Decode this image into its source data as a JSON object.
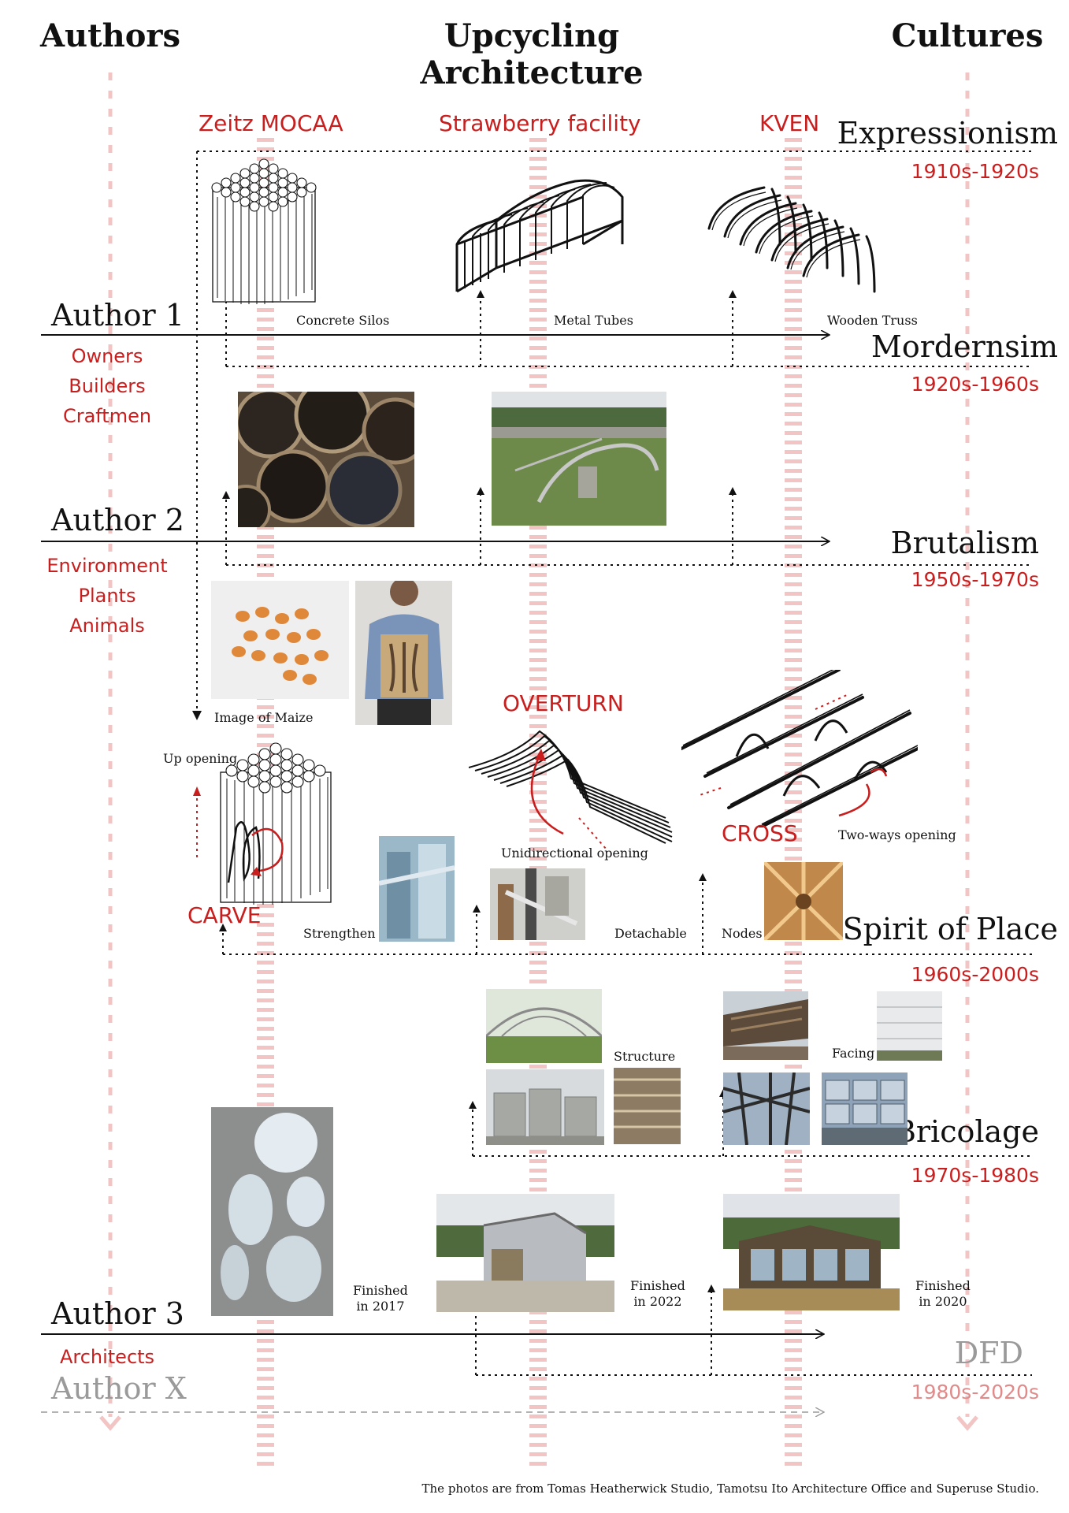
{
  "columns": {
    "authors": "Authors",
    "upcycling": "Upcycling\nArchitecture",
    "cultures": "Cultures"
  },
  "projects": [
    "Zeitz MOCAA",
    "Strawberry facility",
    "KVEN"
  ],
  "styles": [
    {
      "name": "Expressionism",
      "period": "1910s-1920s"
    },
    {
      "name": "Mordernsim",
      "period": "1920s-1960s"
    },
    {
      "name": "Brutalism",
      "period": "1950s-1970s"
    },
    {
      "name": "Spirit of Place",
      "period": "1960s-2000s"
    },
    {
      "name": "Bricolage",
      "period": "1970s-1980s"
    },
    {
      "name": "DFD",
      "period": "1980s-2020s"
    }
  ],
  "authors": [
    {
      "name": "Author 1",
      "roles": [
        "Owners",
        "Builders",
        "Craftmen"
      ]
    },
    {
      "name": "Author 2",
      "roles": [
        "Environment",
        "Plants",
        "Animals"
      ]
    },
    {
      "name": "Author 3",
      "roles": [
        "Architects"
      ]
    },
    {
      "name": "Author X",
      "roles": []
    }
  ],
  "captions": {
    "concrete_silos": "Concrete Silos",
    "metal_tubes": "Metal Tubes",
    "wooden_truss": "Wooden Truss",
    "image_of_maize": "Image of Maize",
    "up_opening": "Up opening",
    "unidirectional_opening": "Unidirectional opening",
    "two_ways_opening": "Two-ways opening",
    "strengthen": "Strengthen",
    "detachable": "Detachable",
    "nodes": "Nodes",
    "structure": "Structure",
    "facing": "Facing",
    "finished_2017": "Finished\nin 2017",
    "finished_2022": "Finished\nin 2022",
    "finished_2020": "Finished\nin 2020"
  },
  "methods": {
    "overturn": "OVERTURN",
    "cross": "CROSS",
    "carve": "CARVE"
  },
  "footnote": "The photos are from Tomas Heatherwick Studio, Tamotsu Ito Architecture Office and Superuse Studio.",
  "colors": {
    "accent_red": "#c81e1e",
    "column_pink": "#f2c4c4",
    "text": "#111111",
    "muted": "#9a9a9a"
  }
}
